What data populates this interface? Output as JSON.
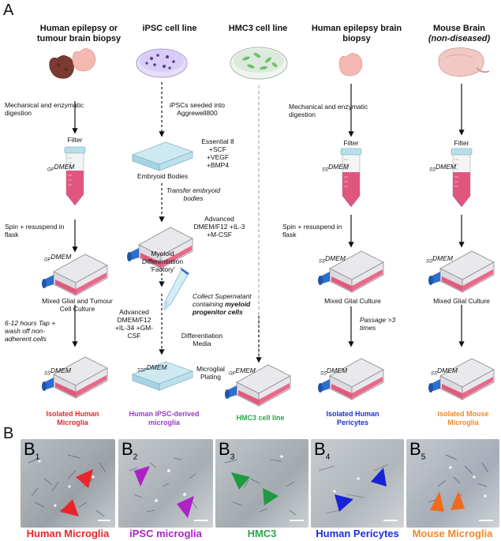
{
  "panel_a": "A",
  "panel_b": "B",
  "columns": [
    {
      "title": "Human epilepsy or tumour brain biopsy"
    },
    {
      "title": "iPSC cell line"
    },
    {
      "title": "HMC3 cell line"
    },
    {
      "title": "Human epilepsy brain biopsy"
    },
    {
      "title_main": "Mouse Brain",
      "title_sub": "(non-diseased)"
    }
  ],
  "col1": {
    "step1": "Mechanical and enzymatic digestion",
    "filter": "Filter",
    "medium1_sub": "GF",
    "medium1": "DMEM",
    "step2": "Spin + resuspend in flask",
    "medium2_sub": "GF",
    "medium2": "DMEM",
    "culture": "Mixed Glial and Tumour Cell Culture",
    "step3": "6-12 hours Tap + wash off non-adherent cells",
    "medium3_sub": "SS",
    "medium3": "DMEM",
    "result": "Isolated Human Microglia"
  },
  "col2": {
    "step1": "iPSCs seeded into Aggrewell800",
    "media1": "Essential 8 +SCF +VEGF +BMP4",
    "eb": "Embryoid Bodies",
    "step2": "Transfer embryoid bodies",
    "media2": "Advanced DMEM/F12 +IL-3 +M-CSF",
    "factory": "Myeloid Differentiation 'Factory'",
    "collect_pre": "Collect Supernatant containing ",
    "collect_bold": "myeloid progenitor cells",
    "media3": "Advanced DMEM/F12 +IL-34 +GM-CSF",
    "diff_media": "Differentiation Media",
    "medium4_sub": "SSF",
    "medium4": "DMEM",
    "plating": "Microglial Plating",
    "result": "Human iPSC-derived microglia"
  },
  "col3": {
    "medium_sub": "GF",
    "medium": "EMEM",
    "result": "HMC3 cell line"
  },
  "col4": {
    "step1": "Mechanical and enzymatic digestion",
    "filter": "Filter",
    "medium1_sub": "SS",
    "medium1": "DMEM",
    "step2": "Spin + resuspend in flask",
    "medium2_sub": "SS",
    "medium2": "DMEM",
    "culture": "Mixed Glial Culture",
    "step3": "Passage >3 times",
    "medium3_sub": "SS",
    "medium3": "DMEM",
    "result": "Isolated Human Pericytes"
  },
  "col5": {
    "filter": "Filter",
    "medium1_sub": "SS",
    "medium1": "DMEM",
    "medium2_sub": "SS",
    "medium2": "DMEM",
    "culture": "Mixed Glial Culture",
    "medium3_sub": "SS",
    "medium3": "DMEM",
    "result": "Isolated Mouse Microglia"
  },
  "micrographs": [
    {
      "tag": "B",
      "sub": "1",
      "label": "Human Microglia",
      "color": "#e8262b",
      "arrow_color": "#e8262b"
    },
    {
      "tag": "B",
      "sub": "2",
      "label": "iPSC microglia",
      "color": "#b020c8",
      "arrow_color": "#b020c8"
    },
    {
      "tag": "B",
      "sub": "3",
      "label": "HMC3",
      "color": "#2aa84a",
      "arrow_color": "#1f9a3f"
    },
    {
      "tag": "B",
      "sub": "4",
      "label": "Human Pericytes",
      "color": "#1a2ee0",
      "arrow_color": "#1a22d8"
    },
    {
      "tag": "B",
      "sub": "5",
      "label": "Mouse Microglia",
      "color": "#ee8a2a",
      "arrow_color": "#f06a1a"
    }
  ],
  "colors": {
    "red": "#e8262b",
    "purple": "#9b3bc4",
    "green": "#2aa84a",
    "blue": "#1a2ee0",
    "orange": "#ee8a2a",
    "flask_media": "#e05a7e",
    "flask_cap": "#2d6fd0"
  },
  "icons": [
    "tissue-icon",
    "petri-dish-icon",
    "falcon-tube-icon",
    "culture-flask-icon",
    "well-plate-icon",
    "pipette-icon",
    "mouse-brain-icon",
    "arrowhead-icon",
    "scale-bar-icon"
  ]
}
